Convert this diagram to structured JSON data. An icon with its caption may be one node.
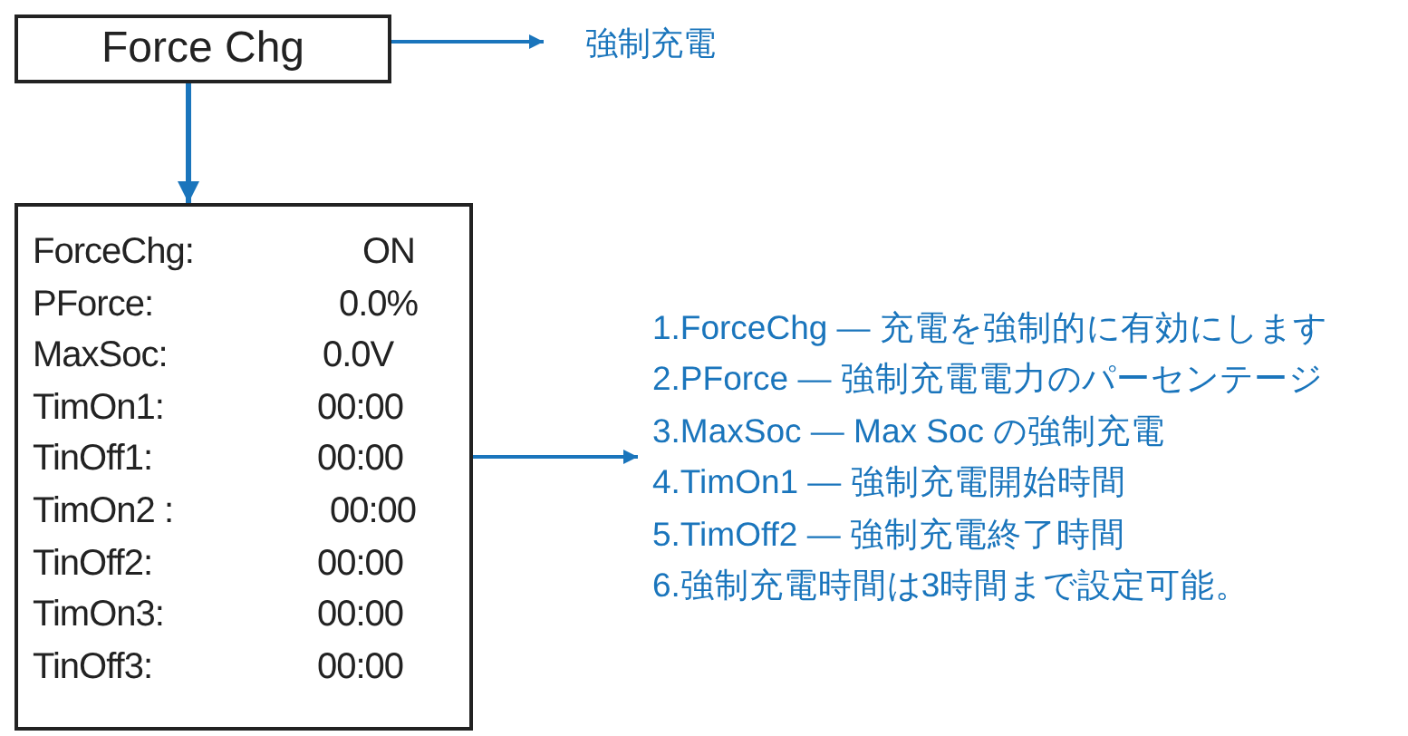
{
  "diagram": {
    "nodes": [
      {
        "text": [
          "Force Chg"
        ]
      },
      {
        "text": [
          "強制充電"
        ]
      },
      {
        "text": [
          "ForceChg:",
          "ON",
          "PForce:",
          "0.0%",
          "MaxSoc:",
          "0.0V",
          "TimOn1:",
          "00:00",
          "TinOff1:",
          "00:00",
          "TimOn2 :",
          "00:00",
          "TinOff2:",
          "00:00",
          "TimOn3:",
          "00:00",
          "TinOff3:",
          "00:00"
        ]
      },
      {
        "text": [
          "1.ForceChg — 充電を強制的に有効にします",
          "2.PForce — 強制充電電力のパーセンテージ",
          "3.MaxSoc — Max Soc の強制充電",
          "4.TimOn1 — 強制充電開始時間",
          "5.TimOff2 — 強制充電終了時間",
          "6.強制充電時間は3時間まで設定可能。"
        ]
      }
    ],
    "edges": [
      {
        "from": 0,
        "to": 1,
        "arrow": "to"
      },
      {
        "from": 0,
        "to": 2,
        "arrow": "to"
      },
      {
        "from": 2,
        "to": 3,
        "arrow": "to"
      }
    ]
  }
}
